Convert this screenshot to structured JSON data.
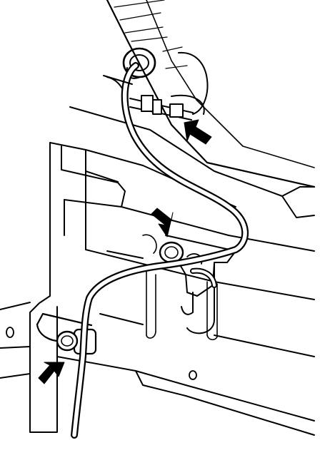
{
  "figure": {
    "subject": "brake-line-routing-bracket-illustration",
    "callout_arrow_count": 3,
    "colors": {
      "ink": "#000000",
      "paper": "#ffffff"
    },
    "parts": [
      "wheel-well-panel",
      "frame-rail",
      "upper-grommet",
      "hose-connector",
      "mounting-bracket",
      "bracket-bolt",
      "hose-clamp",
      "clamp-bolt",
      "brake-hose"
    ]
  }
}
